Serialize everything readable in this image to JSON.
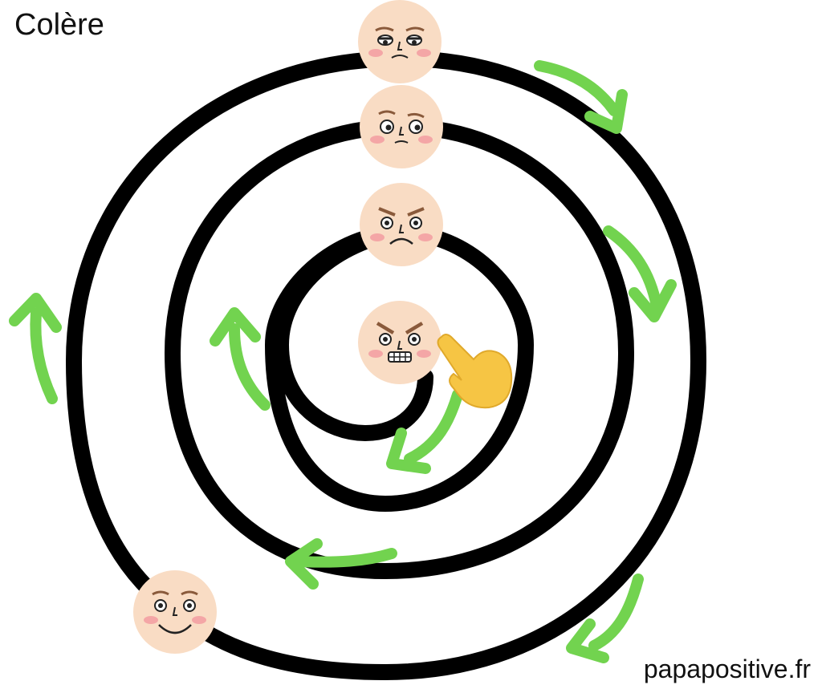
{
  "title": "Colère",
  "site": "papapositive.fr",
  "colors": {
    "spiral": "#000000",
    "arrow": "#72d34f",
    "face": "#f9dcc4",
    "cheek": "#f4a6a6",
    "brow": "#8a5a3b",
    "hand": "#f6c544"
  },
  "faces": [
    {
      "name": "face-tired",
      "expression": "tired"
    },
    {
      "name": "face-annoyed",
      "expression": "annoyed"
    },
    {
      "name": "face-frowning",
      "expression": "frowning"
    },
    {
      "name": "face-furious",
      "expression": "furious"
    },
    {
      "name": "face-smiling",
      "expression": "smiling"
    }
  ],
  "icons": [
    "pointing-hand-icon",
    "arrow-icon"
  ]
}
